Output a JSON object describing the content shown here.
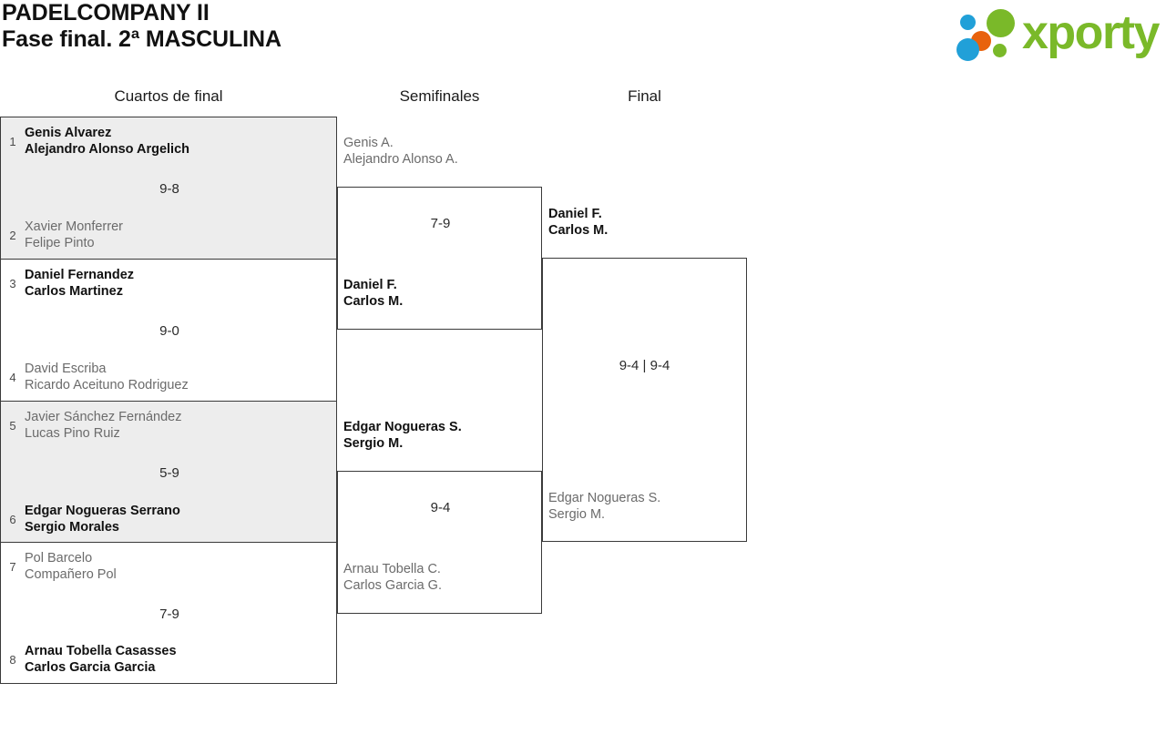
{
  "header": {
    "title_line1": "PADELCOMPANY II",
    "title_line2": "Fase final. 2ª MASCULINA",
    "logo_word": "xporty"
  },
  "rounds": {
    "quarterfinals_label": "Cuartos de final",
    "semifinals_label": "Semifinales",
    "final_label": "Final"
  },
  "quarterfinals": [
    {
      "score": "9-8",
      "top": {
        "seed": "1",
        "player1": "Genis Alvarez",
        "player2": "Alejandro Alonso Argelich",
        "winner": true
      },
      "bottom": {
        "seed": "2",
        "player1": "Xavier Monferrer",
        "player2": "Felipe Pinto",
        "winner": false
      }
    },
    {
      "score": "9-0",
      "top": {
        "seed": "3",
        "player1": "Daniel Fernandez",
        "player2": "Carlos Martinez",
        "winner": true
      },
      "bottom": {
        "seed": "4",
        "player1": "David Escriba",
        "player2": "Ricardo Aceituno Rodriguez",
        "winner": false
      }
    },
    {
      "score": "5-9",
      "top": {
        "seed": "5",
        "player1": "Javier Sánchez Fernández",
        "player2": "Lucas Pino Ruiz",
        "winner": false
      },
      "bottom": {
        "seed": "6",
        "player1": "Edgar Nogueras Serrano",
        "player2": "Sergio Morales",
        "winner": true
      }
    },
    {
      "score": "7-9",
      "top": {
        "seed": "7",
        "player1": "Pol Barcelo",
        "player2": "Compañero Pol",
        "winner": false
      },
      "bottom": {
        "seed": "8",
        "player1": "Arnau Tobella Casasses",
        "player2": "Carlos Garcia Garcia",
        "winner": true
      }
    }
  ],
  "semifinals": [
    {
      "score": "7-9",
      "top": {
        "player1": "Genis A.",
        "player2": "Alejandro Alonso A.",
        "winner": false
      },
      "bottom": {
        "player1": "Daniel F.",
        "player2": "Carlos M.",
        "winner": true
      }
    },
    {
      "score": "9-4",
      "top": {
        "player1": "Edgar Nogueras S.",
        "player2": "Sergio M.",
        "winner": true
      },
      "bottom": {
        "player1": "Arnau Tobella C.",
        "player2": "Carlos Garcia G.",
        "winner": false
      }
    }
  ],
  "final": {
    "score": "9-4 | 9-4",
    "top": {
      "player1": "Daniel F.",
      "player2": "Carlos M.",
      "winner": true
    },
    "bottom": {
      "player1": "Edgar Nogueras S.",
      "player2": "Sergio M.",
      "winner": false
    }
  },
  "colors": {
    "shaded_row": "#ededed",
    "border": "#3a3a3a",
    "winner_text": "#111111",
    "loser_text": "#6b6b6b",
    "logo_green": "#7ab929",
    "logo_blue": "#21a0d8",
    "logo_orange": "#e8620c"
  }
}
